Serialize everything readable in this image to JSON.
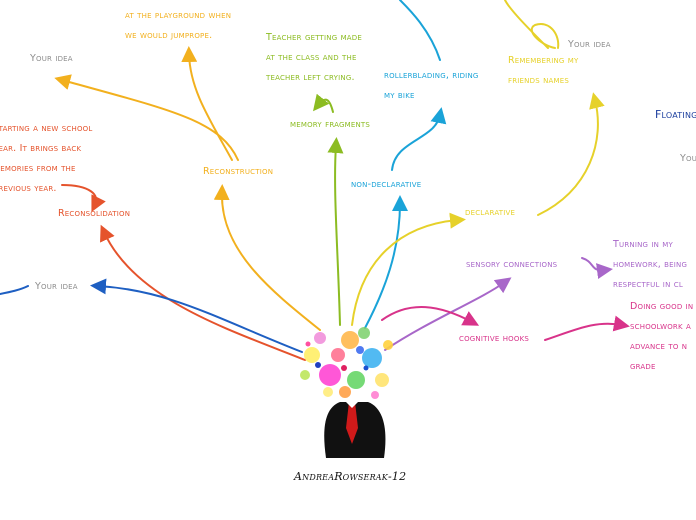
{
  "author": "AndreaRowserak-12",
  "colors": {
    "orange": "#f2b01e",
    "red": "#e5532c",
    "green": "#8cbc22",
    "blue": "#1aa3d8",
    "yellow": "#e6d12a",
    "purple": "#a867c9",
    "pink": "#d8338a",
    "darkblue": "#1e5fc2",
    "gray": "#8c8c8c",
    "navy": "#1b3e9e"
  },
  "nodes": {
    "reconstruction": "Reconstruction",
    "reconstruction_idea": "Your idea",
    "playground_text": "at the playground when\nwe would jumprope.",
    "reconsolidation": "Reconsolidation",
    "reconsolidation_detail": "starting a new school\nyear. It brings back\nmemories from the\nprevious year.",
    "left_idea": "Your idea",
    "memory_fragments": "memory fragments",
    "fragment_text": "Teacher getting made\nat the class and the\nteacher left crying.",
    "non_declarative": "non-declarative",
    "non_declarative_detail": "rollerblading, riding\nmy bike",
    "declarative": "declarative",
    "declarative_detail": "Remembering my\nfriends names",
    "top_idea": "Your idea",
    "top_partial": "Your idea",
    "floating_topic": "Floating",
    "right_idea": "Your",
    "sensory_connections": "sensory connections",
    "sensory_detail": "Turning in my\nhomework, being\nrespectful in cl",
    "cognitive_hooks": "cognitive hooks",
    "cognitive_detail": "Doing good in\nschoolwork a\nadvance to n\ngrade"
  }
}
